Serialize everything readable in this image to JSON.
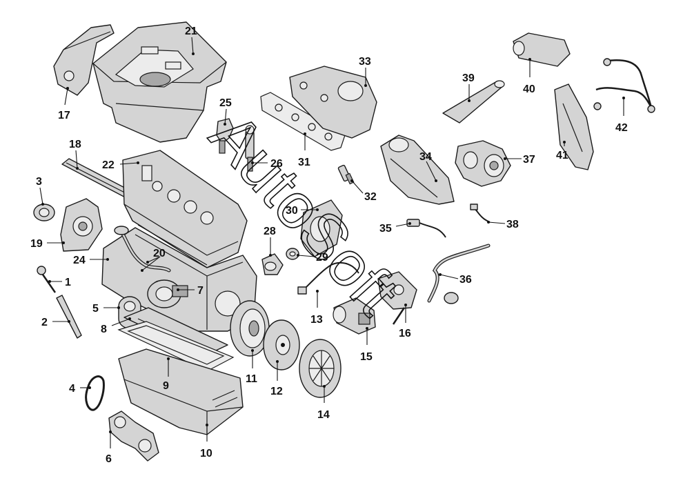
{
  "watermark": "AutoSoft",
  "callouts": [
    {
      "id": "1",
      "label": "1"
    },
    {
      "id": "2",
      "label": "2"
    },
    {
      "id": "3",
      "label": "3"
    },
    {
      "id": "4",
      "label": "4"
    },
    {
      "id": "5",
      "label": "5"
    },
    {
      "id": "6",
      "label": "6"
    },
    {
      "id": "7",
      "label": "7"
    },
    {
      "id": "8",
      "label": "8"
    },
    {
      "id": "9",
      "label": "9"
    },
    {
      "id": "10",
      "label": "10"
    },
    {
      "id": "11",
      "label": "11"
    },
    {
      "id": "12",
      "label": "12"
    },
    {
      "id": "13",
      "label": "13"
    },
    {
      "id": "14",
      "label": "14"
    },
    {
      "id": "15",
      "label": "15"
    },
    {
      "id": "16",
      "label": "16"
    },
    {
      "id": "17",
      "label": "17"
    },
    {
      "id": "18",
      "label": "18"
    },
    {
      "id": "19",
      "label": "19"
    },
    {
      "id": "20",
      "label": "20"
    },
    {
      "id": "21",
      "label": "21"
    },
    {
      "id": "22",
      "label": "22"
    },
    {
      "id": "24",
      "label": "24"
    },
    {
      "id": "25",
      "label": "25"
    },
    {
      "id": "26",
      "label": "26"
    },
    {
      "id": "28",
      "label": "28"
    },
    {
      "id": "29",
      "label": "29"
    },
    {
      "id": "30",
      "label": "30"
    },
    {
      "id": "31",
      "label": "31"
    },
    {
      "id": "32",
      "label": "32"
    },
    {
      "id": "33",
      "label": "33"
    },
    {
      "id": "34",
      "label": "34"
    },
    {
      "id": "35",
      "label": "35"
    },
    {
      "id": "36",
      "label": "36"
    },
    {
      "id": "37",
      "label": "37"
    },
    {
      "id": "38",
      "label": "38"
    },
    {
      "id": "39",
      "label": "39"
    },
    {
      "id": "40",
      "label": "40"
    },
    {
      "id": "41",
      "label": "41"
    },
    {
      "id": "42",
      "label": "42"
    }
  ]
}
